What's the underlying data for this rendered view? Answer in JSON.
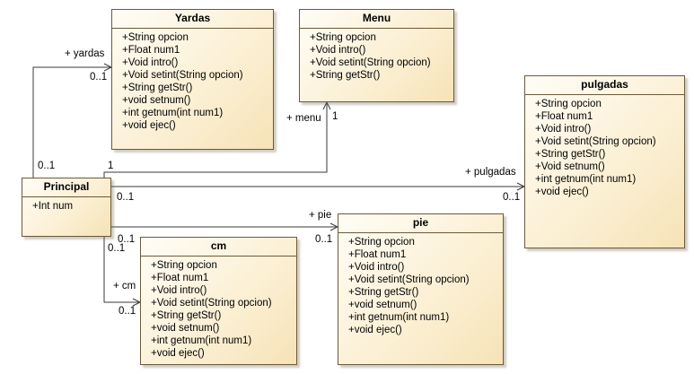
{
  "classes": {
    "yardas": {
      "name": "Yardas",
      "members": [
        "+String opcion",
        "+Float num1",
        "+Void intro()",
        "+Void setint(String opcion)",
        "+String getStr()",
        "+void setnum()",
        "+int getnum(int num1)",
        "+void ejec()"
      ]
    },
    "menu": {
      "name": "Menu",
      "members": [
        "+String opcion",
        "+Void intro()",
        "+Void setint(String opcion)",
        "+String getStr()"
      ]
    },
    "pulgadas": {
      "name": "pulgadas",
      "members": [
        "+String opcion",
        "+Float num1",
        "+Void intro()",
        "+Void setint(String opcion)",
        "+String getStr()",
        "+Void setnum()",
        "+int getnum(int num1)",
        "+void ejec()"
      ]
    },
    "principal": {
      "name": "Principal",
      "members": [
        "+Int num"
      ]
    },
    "cm": {
      "name": "cm",
      "members": [
        "+String opcion",
        "+Float num1",
        "+Void intro()",
        "+Void setint(String opcion)",
        "+String getStr()",
        "+void setnum()",
        "+int getnum(int num1)",
        "+void ejec()"
      ]
    },
    "pie": {
      "name": "pie",
      "members": [
        "+String opcion",
        "+Float num1",
        "+Void intro()",
        "+Void setint(String opcion)",
        "+String getStr()",
        "+void setnum()",
        "+int getnum(int num1)",
        "+void ejec()"
      ]
    }
  },
  "associations": {
    "yardas": {
      "role": "+ yardas",
      "source_mult": "0..1",
      "target_mult": "0..1"
    },
    "menu": {
      "role": "+ menu",
      "source_mult": "1",
      "target_mult": "1"
    },
    "pulgadas": {
      "role": "+ pulgadas",
      "source_mult": "0..1",
      "target_mult": "0..1"
    },
    "pie": {
      "role": "+ pie",
      "source_mult": "0..1",
      "target_mult": "0..1"
    },
    "cm": {
      "role": "+ cm",
      "source_mult": "0..1",
      "target_mult": "0..1"
    }
  },
  "colors": {
    "line": "#3a3a3a",
    "border": "#6b5a3a",
    "fill_light": "#fffdf6",
    "fill_dark": "#f6e2b6"
  }
}
